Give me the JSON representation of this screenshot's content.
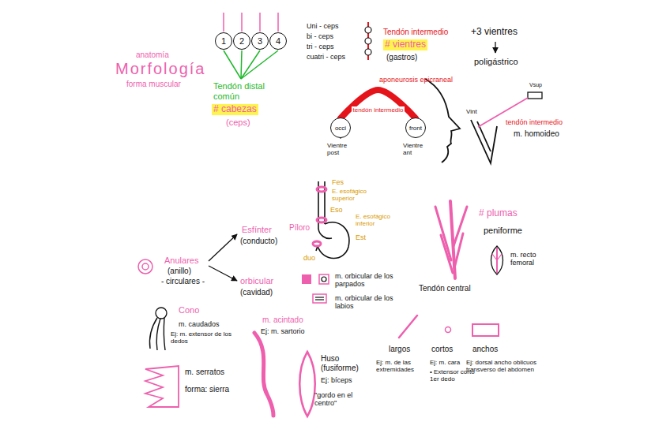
{
  "diagram": {
    "title": "Morfología",
    "nodes": [
      {
        "text": [
          "1"
        ]
      },
      {
        "text": [
          "2"
        ]
      },
      {
        "text": [
          "3"
        ]
      },
      {
        "text": [
          "4"
        ]
      },
      {
        "text": [
          "occi"
        ]
      },
      {
        "text": [
          "front"
        ]
      }
    ],
    "edges": [
      {
        "from": 4,
        "to": 5,
        "arrow": "none",
        "label": "tendón intermedio"
      }
    ],
    "labels": [
      "anatomía",
      "forma muscular",
      "Uni - ceps",
      "bi - ceps",
      "tri - ceps",
      "cuatri - ceps",
      "Tendón distal común",
      "# cabezas",
      "(ceps)",
      "Tendón intermedio",
      "# vientres",
      "(gastros)",
      "+3 vientres",
      "poligástrico",
      "aponeurosis epicraneal",
      "Vientre post",
      "Vientre ant",
      "Vsup",
      "Vint",
      "tendón intermedio",
      "m. homoideo",
      "Fes",
      "E. esofágico superior",
      "Eso",
      "E. esofágico inferior",
      "Est",
      "Píloro",
      "duo",
      "Anulares",
      "(anillo)",
      "- circulares -",
      "Esfínter",
      "(conducto)",
      "orbicular",
      "(cavidad)",
      "m. orbicular de los parpados",
      "m. orbicular de los labios",
      "# plumas",
      "peniforme",
      "m. recto femoral",
      "Tendón central",
      "Cono",
      "m. caudados",
      "Ej: m. extensor de los dedos",
      "m. serratos",
      "forma: sierra",
      "m. acintado",
      "Ej: m. sartorio",
      "Huso (fusiforme)",
      "Ej: bíceps",
      "\"gordo en el centro\"",
      "largos",
      "Ej: m. de las extremidades",
      "cortos",
      "Ej: m. cara",
      "• Extensor corto 1er dedo",
      "anchos",
      "Ej: dorsal ancho oblicuos transverso del abdomen"
    ]
  }
}
